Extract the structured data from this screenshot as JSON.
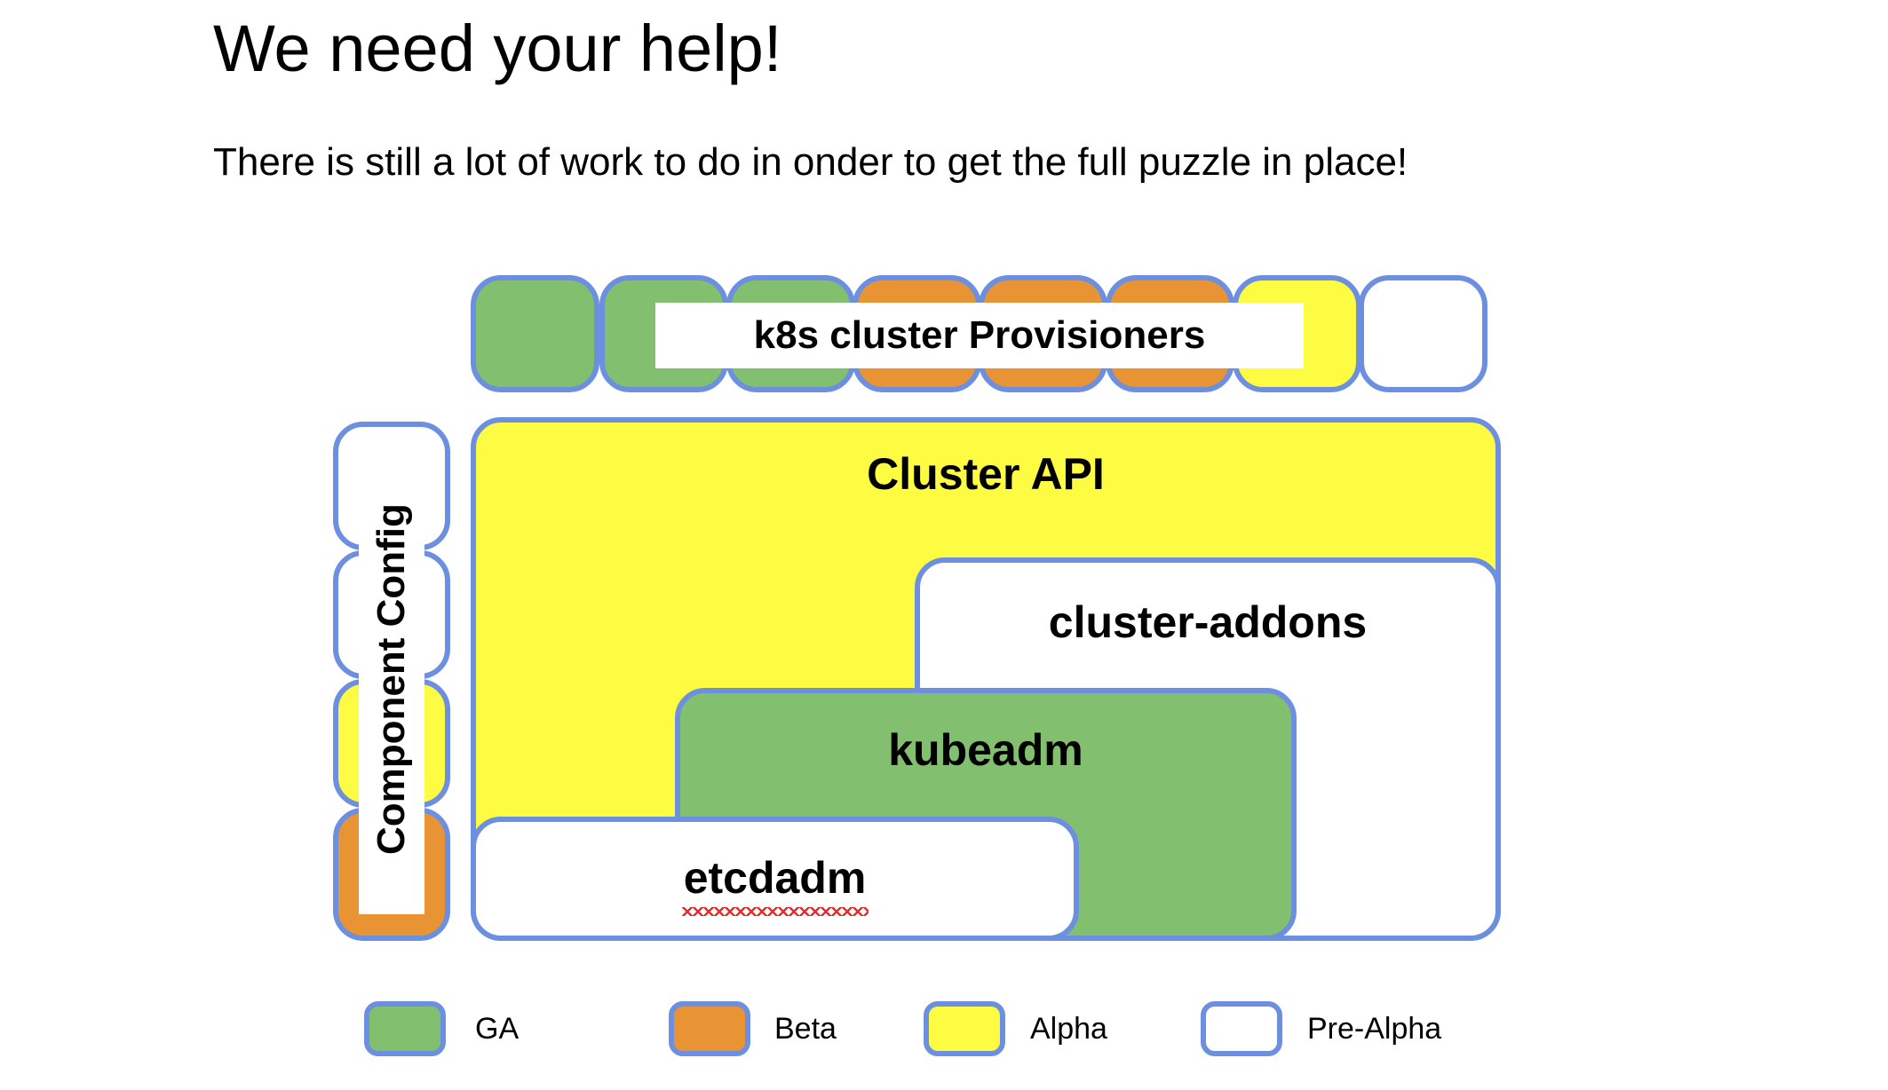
{
  "palette": {
    "stroke": "#6d8fe0",
    "ga": "#82c070",
    "beta": "#e89434",
    "alpha": "#fdfc42",
    "pre_alpha": "#ffffff",
    "text": "#000000",
    "background": "#ffffff"
  },
  "header": {
    "title": "We need your help!",
    "subtitle": "There is still a lot of work to do in onder to get the full puzzle in place!"
  },
  "diagram": {
    "provisioners": {
      "title": "k8s cluster Provisioners",
      "boxes": [
        {
          "maturity": "GA"
        },
        {
          "maturity": "GA"
        },
        {
          "maturity": "GA"
        },
        {
          "maturity": "Beta"
        },
        {
          "maturity": "Beta"
        },
        {
          "maturity": "Beta"
        },
        {
          "maturity": "Alpha"
        },
        {
          "maturity": "Pre-Alpha"
        }
      ]
    },
    "component_config": {
      "title": "Component Config",
      "boxes": [
        {
          "maturity": "Pre-Alpha"
        },
        {
          "maturity": "Pre-Alpha"
        },
        {
          "maturity": "Alpha"
        },
        {
          "maturity": "Beta"
        }
      ]
    },
    "projects": [
      {
        "label": "Cluster API",
        "maturity": "Alpha"
      },
      {
        "label": "cluster-addons",
        "maturity": "Pre-Alpha"
      },
      {
        "label": "kubeadm",
        "maturity": "GA"
      },
      {
        "label": "etcdadm",
        "maturity": "Pre-Alpha",
        "misspelled": true
      }
    ]
  },
  "legend": {
    "items": [
      {
        "label": "GA",
        "maturity": "GA"
      },
      {
        "label": "Beta",
        "maturity": "Beta"
      },
      {
        "label": "Alpha",
        "maturity": "Alpha"
      },
      {
        "label": "Pre-Alpha",
        "maturity": "Pre-Alpha"
      }
    ]
  }
}
